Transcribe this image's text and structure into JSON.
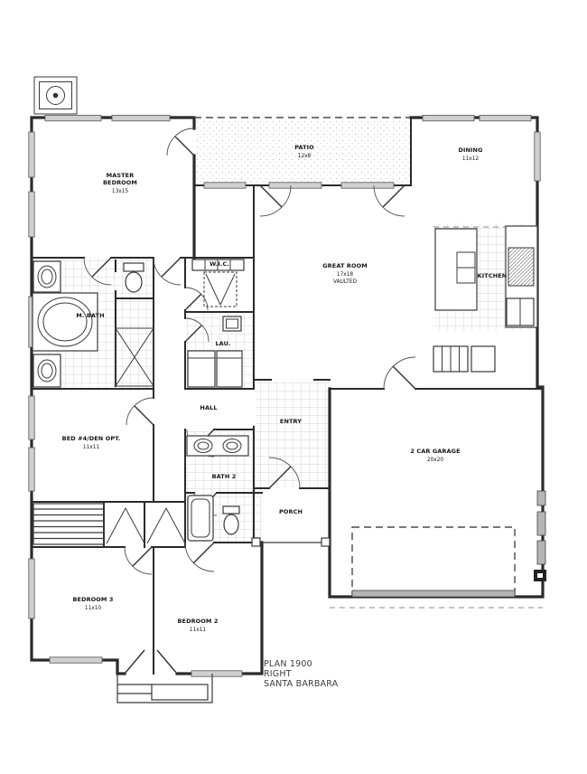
{
  "title": {
    "line1": "PLAN 1900",
    "line2": "RIGHT",
    "line3": "SANTA BARBARA"
  },
  "rooms": {
    "master_bedroom": {
      "line1": "MASTER",
      "line2": "BEDROOM",
      "dims": "13x15"
    },
    "patio": {
      "name": "PATIO",
      "dims": "12x8"
    },
    "dining": {
      "name": "DINING",
      "dims": "11x12"
    },
    "great_room": {
      "name": "GREAT ROOM",
      "dims": "17x18",
      "note": "VAULTED"
    },
    "kitchen": {
      "name": "KITCHEN"
    },
    "wic": {
      "name": "W.I.C."
    },
    "laundry": {
      "name": "LAU."
    },
    "master_bath": {
      "name": "M. BATH"
    },
    "hall": {
      "name": "HALL"
    },
    "bath2": {
      "name": "BATH 2"
    },
    "entry": {
      "name": "ENTRY"
    },
    "porch": {
      "name": "PORCH"
    },
    "bed4_den": {
      "name": "BED #4/DEN OPT.",
      "dims": "11x11"
    },
    "bedroom3": {
      "name": "BEDROOM 3",
      "dims": "11x10"
    },
    "bedroom2": {
      "name": "BEDROOM 2",
      "dims": "11x11"
    },
    "garage": {
      "name": "2 CAR GARAGE",
      "dims": "20x20"
    }
  },
  "colors": {
    "wall": "#2b2b2b",
    "window_fill": "#cfcfcf",
    "tile_line": "#c6c6c6",
    "garage_door": "#b5b5b5",
    "paper": "#ffffff"
  }
}
